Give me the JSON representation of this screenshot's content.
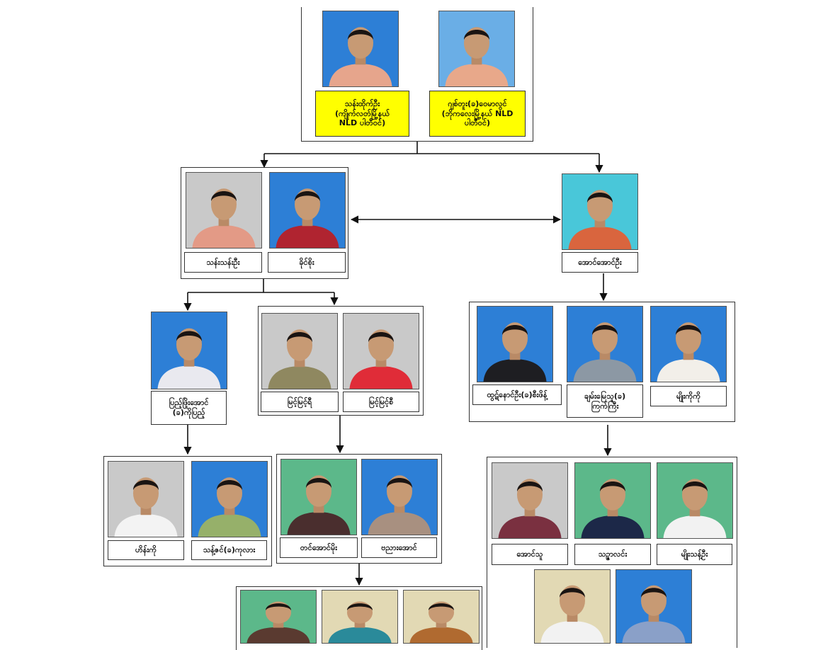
{
  "colors": {
    "blue_bg": "#2d7fd6",
    "lightblue_bg": "#6aaee6",
    "gray_bg": "#c9c9c9",
    "green_bg": "#5cb88a",
    "cyan_bg": "#49c7d9",
    "cream_bg": "#e2d9b4",
    "yellow_label": "#ffff00",
    "line": "#111111"
  },
  "people": {
    "p1": {
      "name": "သန်းထိုက်ဦး\n(ကျိုက်လတ်မြို့နယ်\nNLD ပါတီဝင်)",
      "bg": "blue_bg",
      "shirt": "#e6a58c"
    },
    "p2": {
      "name": "ဂျစ်တူး(ခ)ဝေမာလွင်\n(ဘိုကလေးမြို့နယ် NLD\nပါတီဝင်)",
      "bg": "lightblue_bg",
      "shirt": "#e8a88a"
    },
    "p3": {
      "name": "သန်းသန်းဦး",
      "bg": "gray_bg",
      "shirt": "#e39a86"
    },
    "p4": {
      "name": "ခိုင်စိုး",
      "bg": "blue_bg",
      "shirt": "#b02430"
    },
    "p5": {
      "name": "အောင်အောင်ဦး",
      "bg": "cyan_bg",
      "shirt": "#d9653e"
    },
    "p6": {
      "name": "ပြည့်ဖြိုးအောင်\n(ခ)ကိုပြည့်",
      "bg": "blue_bg",
      "shirt": "#e9e9ef"
    },
    "p7": {
      "name": "မြင့်မြင့်ရီ",
      "bg": "gray_bg",
      "shirt": "#8f8860"
    },
    "p8": {
      "name": "မြင့်မြင့်စီ",
      "bg": "gray_bg",
      "shirt": "#e02c38"
    },
    "p9": {
      "name": "ထွဋ်နောင်ဦး(ခ)စီးဖိန့်",
      "bg": "blue_bg",
      "shirt": "#1e1e22"
    },
    "p10": {
      "name": "ချမ်းမြေသူ(ခ)\nကြက်ကြီး",
      "bg": "blue_bg",
      "shirt": "#8c98a4"
    },
    "p11": {
      "name": "မျိုးကိုကို",
      "bg": "blue_bg",
      "shirt": "#f2efe9"
    },
    "p12": {
      "name": "ဟိန်းကို",
      "bg": "gray_bg",
      "shirt": "#f3f3f3"
    },
    "p13": {
      "name": "သန့်ဇင်(ခ)ကုလား",
      "bg": "blue_bg",
      "shirt": "#96b06a"
    },
    "p14": {
      "name": "တင်အောင်မိုး",
      "bg": "green_bg",
      "shirt": "#4a2e2e"
    },
    "p15": {
      "name": "ဗညားအောင်",
      "bg": "blue_bg",
      "shirt": "#a89080"
    },
    "p16": {
      "name": "အောင်သူ",
      "bg": "gray_bg",
      "shirt": "#7a3040"
    },
    "p17": {
      "name": "သဉ္ဇာလင်း",
      "bg": "green_bg",
      "shirt": "#1c2848"
    },
    "p18": {
      "name": "မျိုးသန့်ဦး",
      "bg": "green_bg",
      "shirt": "#f2f2f2"
    },
    "p19": {
      "bg": "green_bg",
      "shirt": "#5a3a30"
    },
    "p20": {
      "bg": "cream_bg",
      "shirt": "#2a8a9a"
    },
    "p21": {
      "bg": "cream_bg",
      "shirt": "#b06a30"
    },
    "p22": {
      "bg": "cream_bg",
      "shirt": "#f2f2f2"
    },
    "p23": {
      "bg": "blue_bg",
      "shirt": "#8aa0c8"
    }
  }
}
